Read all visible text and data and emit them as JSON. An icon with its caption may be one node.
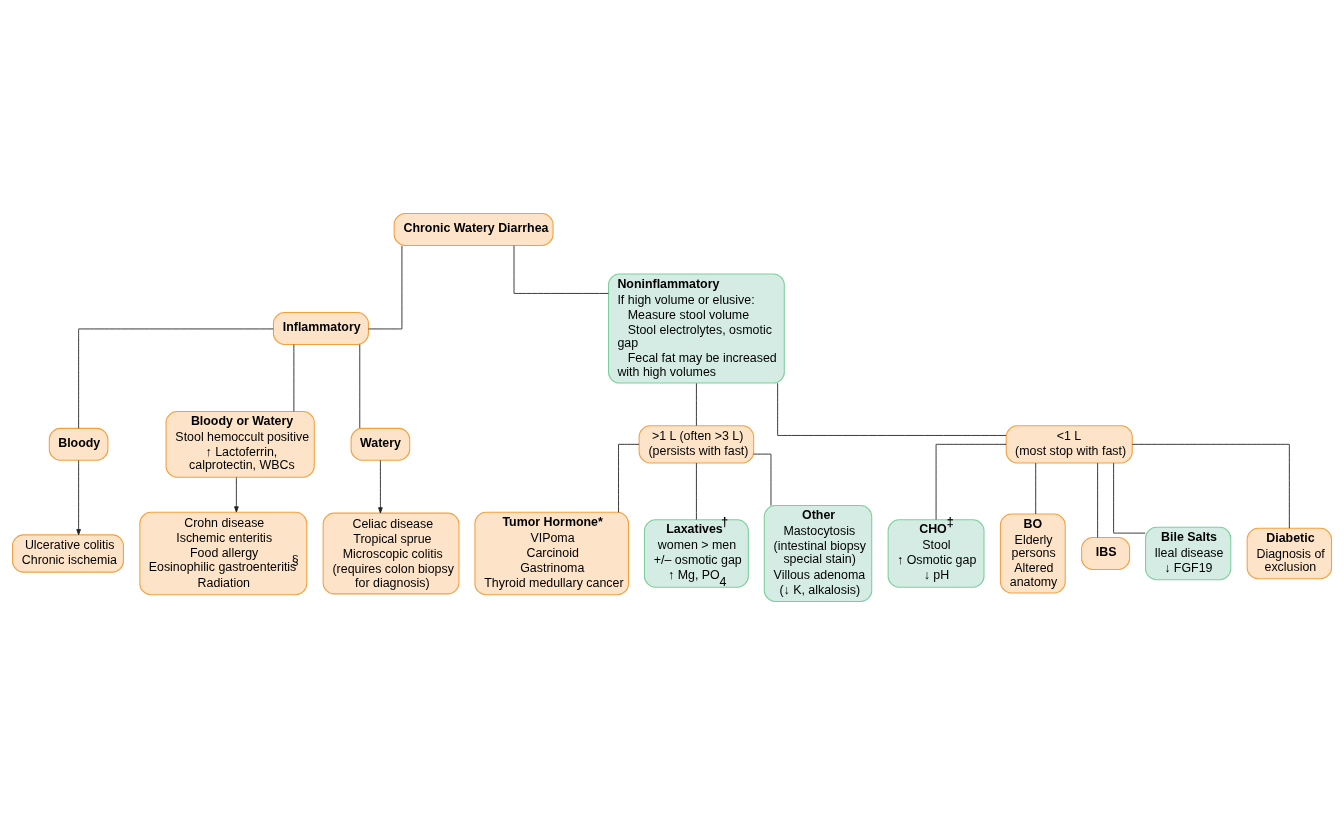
{
  "diagram": {
    "nodes": [
      {
        "text": [
          "Chronic Watery Diarrhea"
        ]
      },
      {
        "text": [
          "Inflammatory"
        ]
      },
      {
        "text": [
          "Noninflammatory",
          "If high volume or elusive:",
          "Measure stool volume",
          "Stool electrolytes, osmotic gap",
          "Fecal fat may be increased with high volumes"
        ]
      },
      {
        "text": [
          "Bloody"
        ]
      },
      {
        "text": [
          "Bloody or Watery",
          "Stool hemoccult positive",
          "↑ Lactoferrin, calprotectin, WBCs"
        ]
      },
      {
        "text": [
          "Watery"
        ]
      },
      {
        "text": [
          "Ulcerative colitis",
          "Chronic ischemia"
        ]
      },
      {
        "text": [
          "Crohn disease",
          "Ischemic enteritis",
          "Food allergy",
          "Eosinophilic gastroenteritis$^{§}$",
          "Radiation"
        ]
      },
      {
        "text": [
          "Celiac disease",
          "Tropical sprue",
          "Microscopic colitis",
          "(requires colon biopsy for diagnosis)"
        ]
      },
      {
        "text": [
          ">1 L (often >3 L)",
          "(persists with fast)"
        ]
      },
      {
        "text": [
          "<1 L",
          "(most stop with fast)"
        ]
      },
      {
        "text": [
          "Tumor Hormone*",
          "VIPoma",
          "Carcinoid",
          "Gastrinoma",
          "Thyroid medullary cancer"
        ]
      },
      {
        "text": [
          "Laxatives$^{†}$",
          "women > men",
          "+/– osmotic gap",
          "↑ Mg, PO$_{4}$"
        ]
      },
      {
        "text": [
          "Other",
          "Mastocytosis",
          "(intestinal biopsy special stain)",
          "Villous adenoma",
          "(↓ K, alkalosis)"
        ]
      },
      {
        "text": [
          "CHO$^{‡}$",
          "Stool",
          "↑ Osmotic gap",
          "↓ pH"
        ]
      },
      {
        "text": [
          "BO",
          "Elderly persons",
          "Altered anatomy"
        ]
      },
      {
        "text": [
          "IBS"
        ]
      },
      {
        "text": [
          "Bile Salts",
          "Ileal disease",
          "↓ FGF19"
        ]
      },
      {
        "text": [
          "Diabetic",
          "Diagnosis of exclusion"
        ]
      }
    ],
    "edges": [
      {
        "from": 0,
        "to": 1,
        "arrow": "none"
      },
      {
        "from": 0,
        "to": 2,
        "arrow": "none"
      },
      {
        "from": 1,
        "to": 3,
        "arrow": "none"
      },
      {
        "from": 1,
        "to": 4,
        "arrow": "none"
      },
      {
        "from": 1,
        "to": 5,
        "arrow": "none"
      },
      {
        "from": 3,
        "to": 6,
        "arrow": "to"
      },
      {
        "from": 4,
        "to": 7,
        "arrow": "to"
      },
      {
        "from": 5,
        "to": 8,
        "arrow": "to"
      },
      {
        "from": 2,
        "to": 9,
        "arrow": "none"
      },
      {
        "from": 2,
        "to": 10,
        "arrow": "none"
      },
      {
        "from": 9,
        "to": 11,
        "arrow": "none"
      },
      {
        "from": 9,
        "to": 12,
        "arrow": "none"
      },
      {
        "from": 9,
        "to": 13,
        "arrow": "none"
      },
      {
        "from": 10,
        "to": 14,
        "arrow": "none"
      },
      {
        "from": 10,
        "to": 15,
        "arrow": "none"
      },
      {
        "from": 10,
        "to": 16,
        "arrow": "none"
      },
      {
        "from": 10,
        "to": 17,
        "arrow": "none"
      },
      {
        "from": 10,
        "to": 18,
        "arrow": "none"
      }
    ]
  }
}
